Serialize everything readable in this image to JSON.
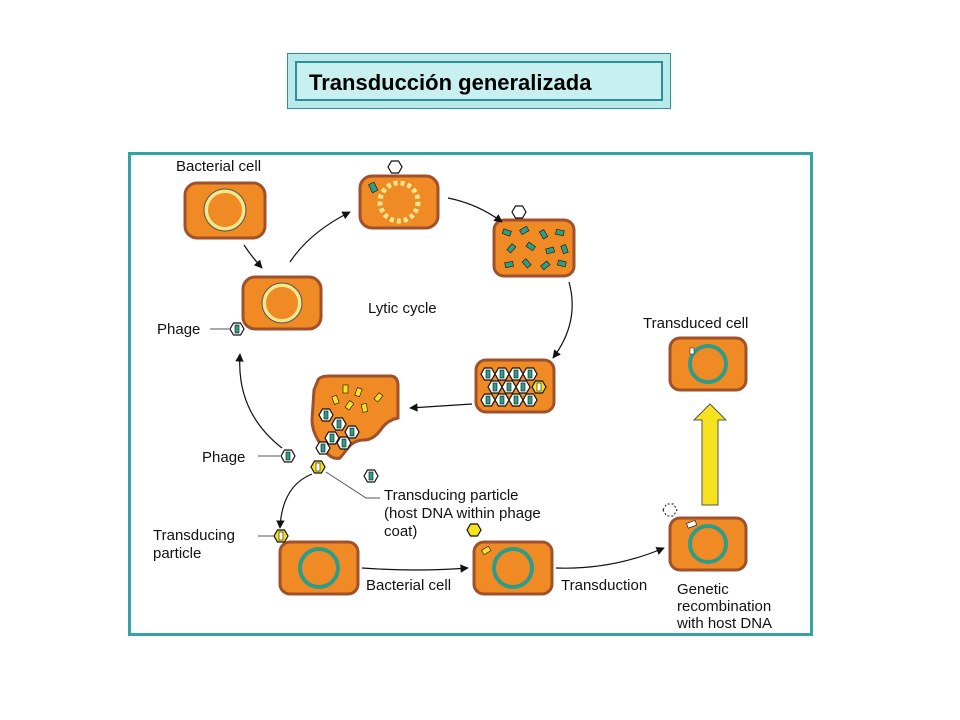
{
  "title": "Transducción generalizada",
  "labels": {
    "bacterial_cell_top": "Bacterial cell",
    "lytic_cycle": "Lytic cycle",
    "phage_upper": "Phage",
    "phage_lower": "Phage",
    "transduced_cell": "Transduced cell",
    "transducing_particle_note_1": "Transducing particle",
    "transducing_particle_note_2": "(host DNA within phage",
    "transducing_particle_note_3": "coat)",
    "transducing_particle_left_1": "Transducing",
    "transducing_particle_left_2": "particle",
    "bacterial_cell_bottom": "Bacterial cell",
    "transduction": "Transduction",
    "genetic_recombination_1": "Genetic",
    "genetic_recombination_2": "recombination",
    "genetic_recombination_3": "with host DNA"
  },
  "colors": {
    "cell_fill": "#f08a24",
    "cell_border": "#a0502a",
    "cell_inner": "#f7a865",
    "dna_ring": "#f0e68c",
    "dna_ring_green": "#2f9c8a",
    "phage_green": "#2aa088",
    "yellow_arrow": "#f6e21e",
    "frame": "#34a3a3"
  }
}
